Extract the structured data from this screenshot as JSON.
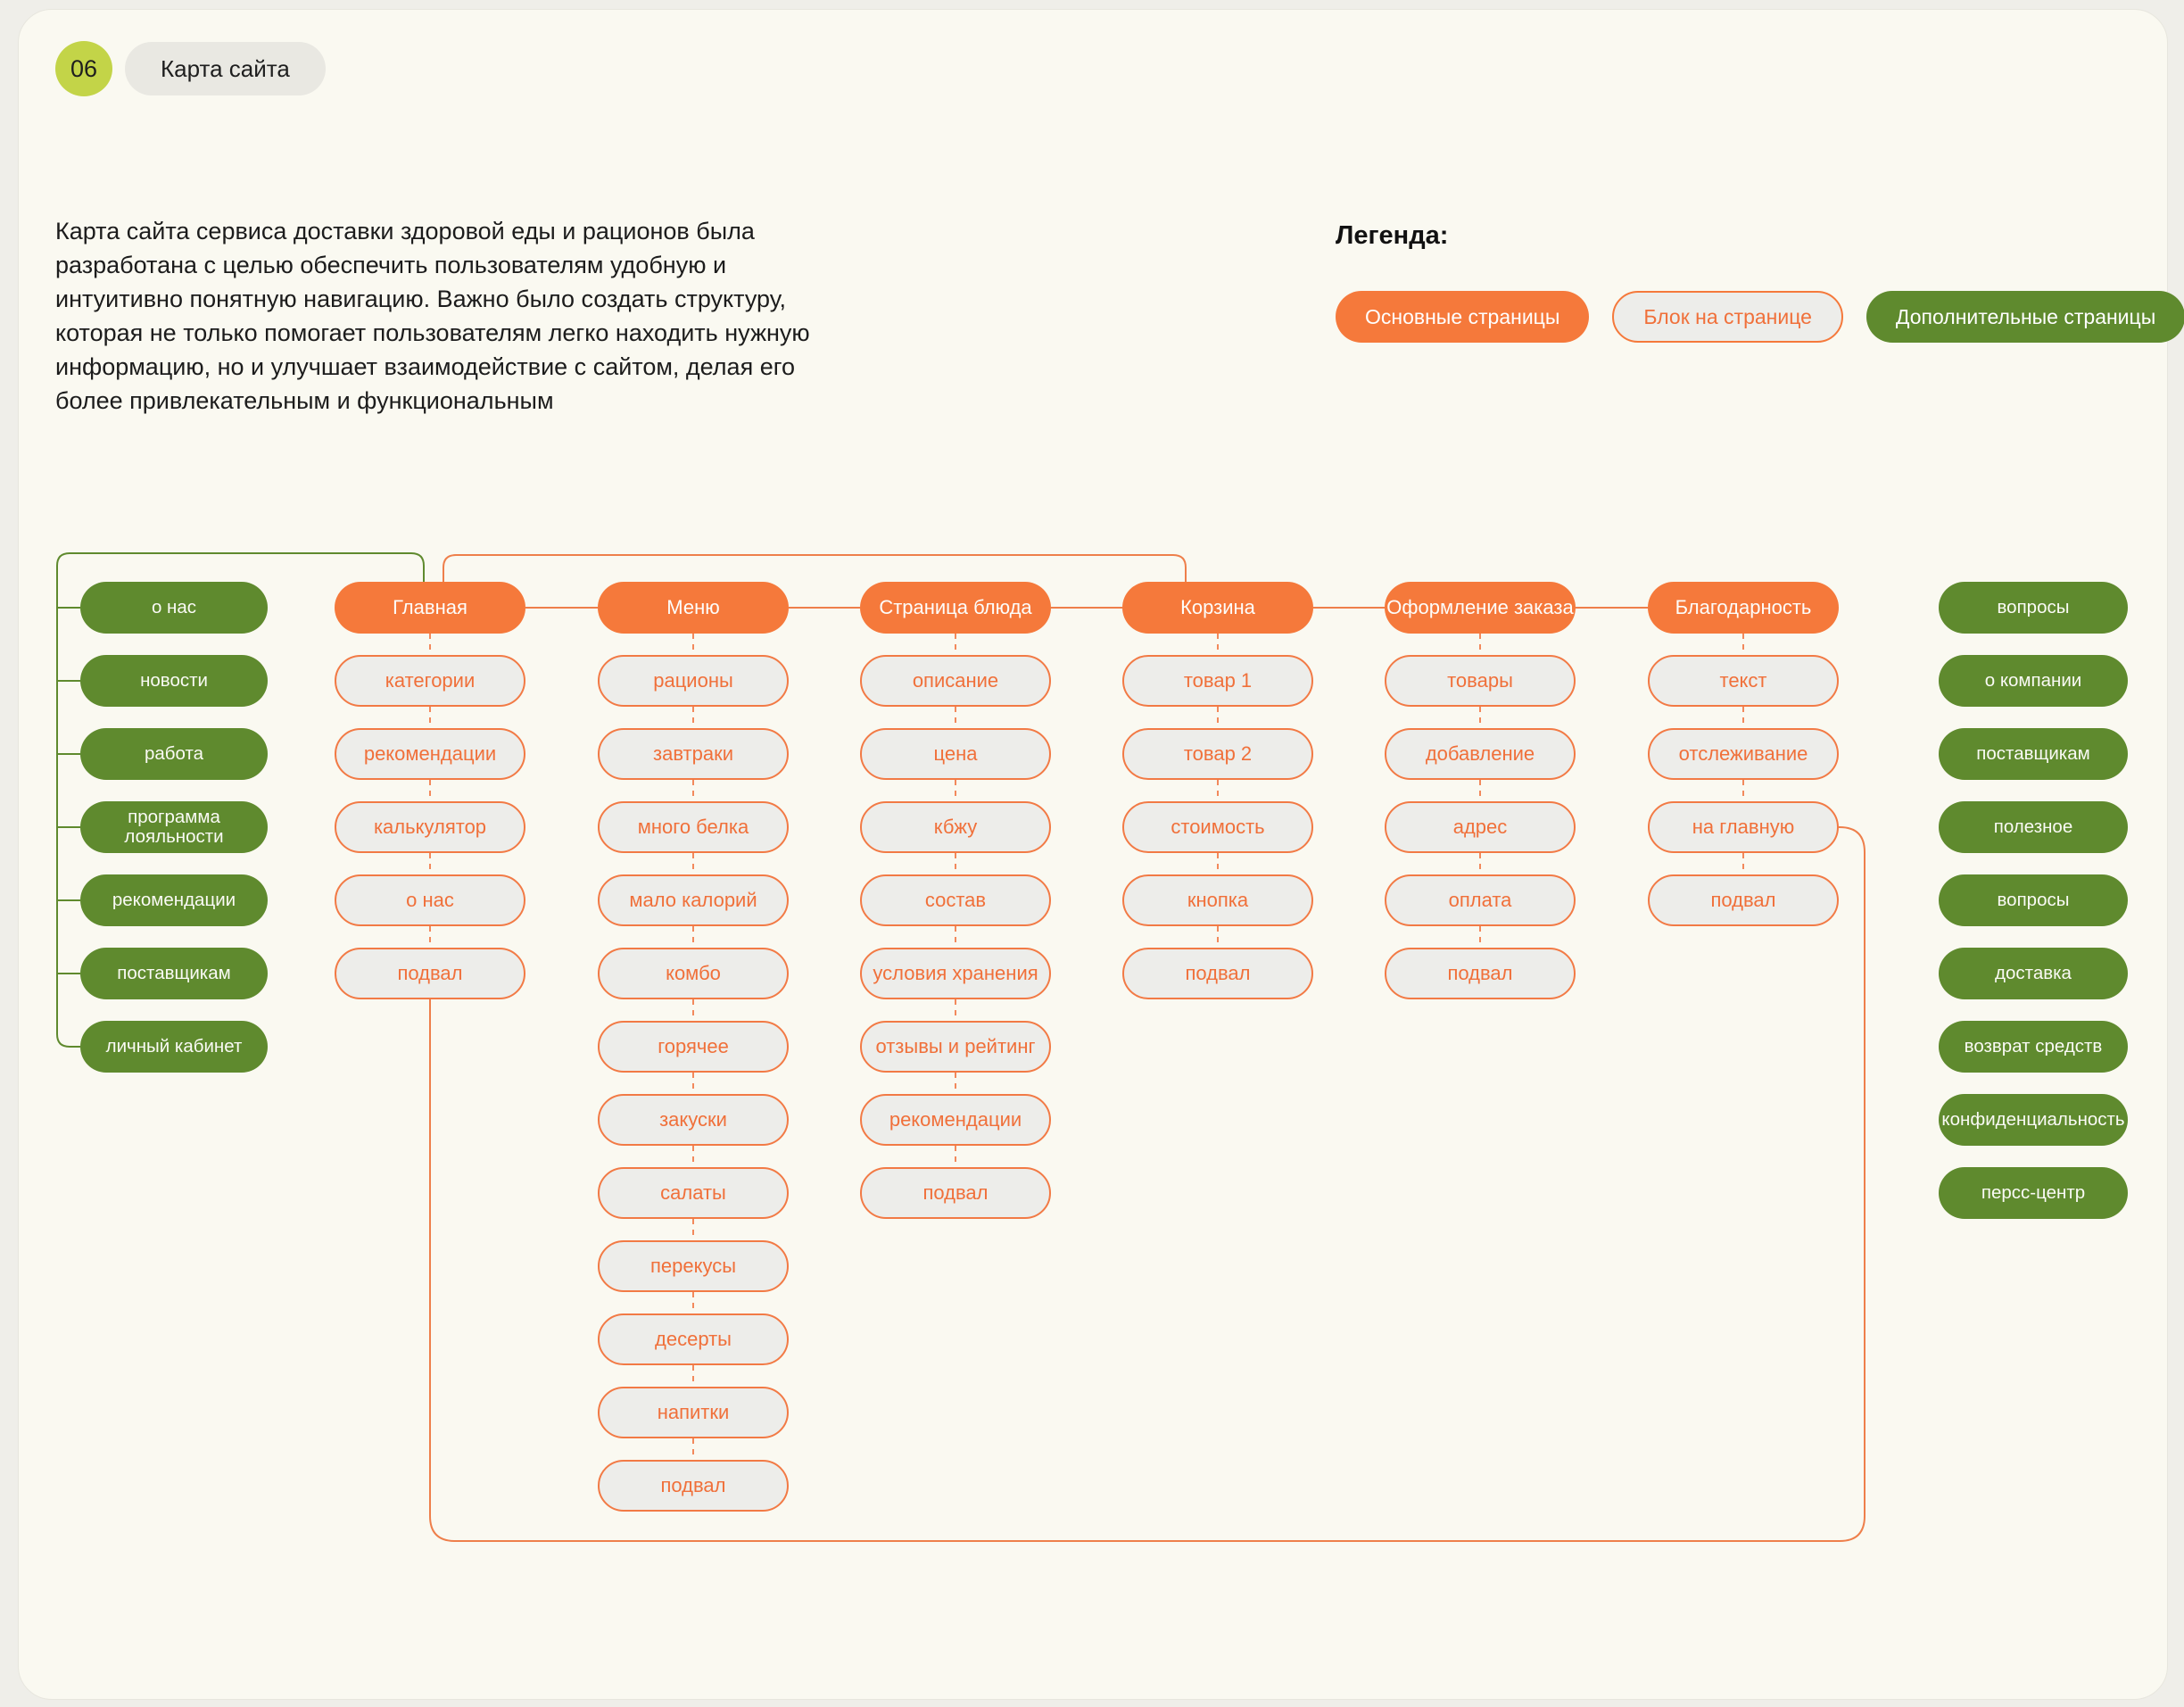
{
  "page": {
    "badge": "06",
    "title": "Карта сайта",
    "description": "Карта сайта сервиса доставки здоровой еды и рационов была разработана с целью обеспечить пользователям удобную и интуитивно понятную навигацию. Важно было создать структуру, которая не только помогает пользователям легко находить нужную информацию, но и улучшает взаимодействие с сайтом, делая его более привлекательным и функциональным"
  },
  "legend": {
    "label": "Легенда:",
    "items": [
      {
        "label": "Основные страницы",
        "style": "primary"
      },
      {
        "label": "Блок на странице",
        "style": "block"
      },
      {
        "label": "Дополнительные страницы",
        "style": "additional"
      }
    ]
  },
  "colors": {
    "accent_orange": "#F5793B",
    "block_fill": "#EDEDEA",
    "accent_green": "#5F8A2E",
    "badge_green": "#C3D448",
    "card_background": "#FAF9F1"
  },
  "sitemap": {
    "left_pages": [
      "о нас",
      "новости",
      "работа",
      "программа лояльности",
      "рекомендации",
      "поставщикам",
      "личный кабинет"
    ],
    "main_columns": [
      {
        "title": "Главная",
        "blocks": [
          "категории",
          "рекомендации",
          "калькулятор",
          "о нас",
          "подвал"
        ]
      },
      {
        "title": "Меню",
        "blocks": [
          "рационы",
          "завтраки",
          "много белка",
          "мало калорий",
          "комбо",
          "горячее",
          "закуски",
          "салаты",
          "перекусы",
          "десерты",
          "напитки",
          "подвал"
        ]
      },
      {
        "title": "Страница блюда",
        "blocks": [
          "описание",
          "цена",
          "кбжу",
          "состав",
          "условия хранения",
          "отзывы и рейтинг",
          "рекомендации",
          "подвал"
        ]
      },
      {
        "title": "Корзина",
        "blocks": [
          "товар 1",
          "товар 2",
          "стоимость",
          "кнопка",
          "подвал"
        ]
      },
      {
        "title": "Оформление заказа",
        "blocks": [
          "товары",
          "добавление",
          "адрес",
          "оплата",
          "подвал"
        ]
      },
      {
        "title": "Благодарность",
        "blocks": [
          "текст",
          "отслеживание",
          "на главную",
          "подвал"
        ]
      }
    ],
    "right_pages": [
      "вопросы",
      "о компании",
      "поставщикам",
      "полезное",
      "вопросы",
      "доставка",
      "возврат средств",
      "конфиденциальность",
      "персс-центр"
    ]
  }
}
